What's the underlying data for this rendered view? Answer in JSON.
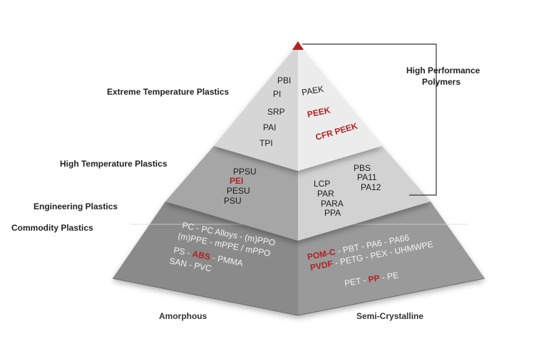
{
  "colors": {
    "accent": "#b22222",
    "tier1_left": "#d6d6d6",
    "tier1_right": "#ececec",
    "tier2_left": "#a6a6a6",
    "tier2_right": "#d2d2d2",
    "tier3_left": "#8a8a8a",
    "tier3_right": "#9a9a9a"
  },
  "labels": {
    "extreme": "Extreme Temperature Plastics",
    "high": "High Temperature Plastics",
    "engineering": "Engineering Plastics",
    "commodity": "Commodity Plastics",
    "high_performance_line1": "High Performance",
    "high_performance_line2": "Polymers",
    "amorphous": "Amorphous",
    "semi_crystalline": "Semi-Crystalline"
  },
  "tiers": {
    "extreme_left": [
      "PBI",
      "PI",
      "SRP",
      "PAI",
      "TPI"
    ],
    "extreme_right": {
      "normal": "PAEK",
      "accent": [
        "PEEK",
        "CFR PEEK"
      ]
    },
    "high_left": {
      "before": "PPSU",
      "accent": "PEI",
      "after": [
        "PESU",
        "PSU"
      ]
    },
    "high_right_col1": [
      "LCP",
      "PAR",
      "PARA",
      "PPA"
    ],
    "high_right_col2": [
      "PBS",
      "PA11",
      "PA12"
    ],
    "engineering_left": [
      "PC - PC Alloys - (m)PPO",
      "(m)PPE - mPPE / mPPO"
    ],
    "engineering_right": [
      {
        "accent": "POM-C",
        "rest": " - PBT - PA6 - PA66"
      },
      {
        "accent": "PVDF",
        "rest": " - PETG - PEX - UHMWPE"
      }
    ],
    "commodity_left": [
      {
        "pre": "PS - ",
        "accent": "ABS",
        "post": " - PMMA"
      },
      {
        "pre": "SAN - PVC",
        "accent": "",
        "post": ""
      }
    ],
    "commodity_right": {
      "pre": "PET - ",
      "accent": "PP",
      "post": " - PE"
    }
  }
}
